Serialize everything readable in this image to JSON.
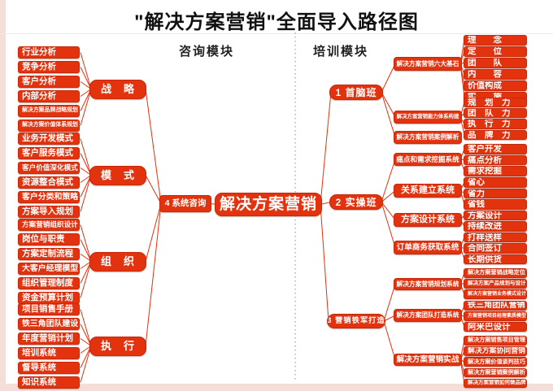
{
  "page": {
    "title": "\"解决方案营销\"全面导入路径图"
  },
  "columns": {
    "left_header": "咨询模块",
    "right_header": "培训模块"
  },
  "center": {
    "label": "解决方案营销"
  },
  "consulting": {
    "hub_label": "4 系统咨询",
    "branches": [
      {
        "label": "战　略",
        "items": [
          "行业分析",
          "竞争分析",
          "客户分析",
          "内部分析",
          "解决方案品牌战略规划",
          "解决方案价值体系规划"
        ]
      },
      {
        "label": "模　式",
        "items": [
          "业务开发模式",
          "客户服务模式",
          "客户价值深化模式",
          "资源整合模式",
          "客户分类和策略",
          "方案导入规划"
        ]
      },
      {
        "label": "组　织",
        "items": [
          "方案营销组织设计",
          "岗位与职责",
          "方案定制流程",
          "大客户经理模型",
          "组织管理制度",
          "资金预算计划"
        ]
      },
      {
        "label": "执　行",
        "items": [
          "项目销售手册",
          "铁三角团队建设",
          "年度营销计划",
          "培训系统",
          "督导系统",
          "知识系统"
        ]
      }
    ]
  },
  "training": {
    "stages": [
      {
        "label": "1 首脑班",
        "modules": [
          {
            "label": "解决方案营销六大基石",
            "items": [
              "理　　念",
              "定　　位",
              "团　　队",
              "内　　容",
              "价值构成",
              "实　　施"
            ]
          },
          {
            "label": "解决方案营销能力体系构建",
            "items": [
              "规　划　力",
              "团　队　力",
              "执　行　力",
              "品　牌　力"
            ]
          },
          {
            "label": "解决方案营销案例解析",
            "items": []
          }
        ]
      },
      {
        "label": "2 实操班",
        "modules": [
          {
            "label": "痛点和需求挖掘系统",
            "items": [
              "客户开发",
              "痛点分析",
              "需求挖掘"
            ]
          },
          {
            "label": "关系建立系统",
            "items": [
              "省心",
              "省力",
              "省钱"
            ]
          },
          {
            "label": "方案设计系统",
            "items": [
              "方案设计",
              "持续改进"
            ]
          },
          {
            "label": "订单商务获取系统",
            "items": [
              "打样送样",
              "合同签订",
              "长期供货"
            ]
          }
        ]
      },
      {
        "label": "3 营销铁军打造",
        "modules": [
          {
            "label": "解决方案营销规划系统",
            "items": [
              "解决方案营销战略定位",
              "解决方案产品规划与设计",
              "解决方案营销业务模式设计"
            ]
          },
          {
            "label": "解决方案团队打造系统",
            "items": [
              "铁三角团队营销",
              "方案营销项目经理素质模型",
              "阿米巴设计"
            ]
          },
          {
            "label": "解决方案营销实战",
            "items": [
              "解决方案销售项目管理",
              "解决方案协同营销",
              "解决方案价值谈判技巧",
              "解决方案营销案例解析",
              "解决方案营销如何做品牌"
            ]
          }
        ]
      }
    ]
  },
  "colors": {
    "node": "#e3320e",
    "node_border": "#c42a0b",
    "line": "#e3320e",
    "divider": "#8a8a8a",
    "rule": "#ececec",
    "edge_strip": "#f4ded8"
  }
}
